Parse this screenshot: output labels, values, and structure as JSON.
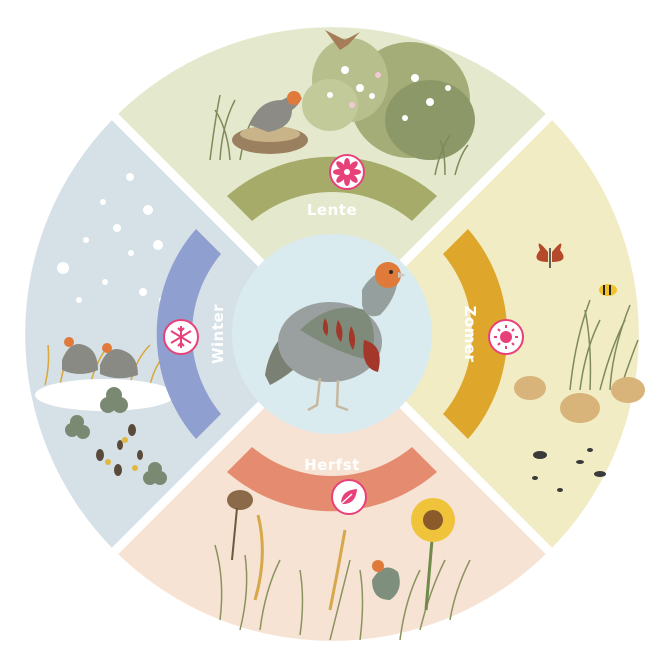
{
  "seasons": {
    "spring": {
      "label": "Lente",
      "quadrant_color": "#e4e8cc",
      "band_color": "#a6ab6a",
      "icon": "flower-icon"
    },
    "summer": {
      "label": "Zomer",
      "quadrant_color": "#f1ecc4",
      "band_color": "#dea72c",
      "icon": "sun-icon"
    },
    "autumn": {
      "label": "Herfst",
      "quadrant_color": "#f6e3d4",
      "band_color": "#e58c70",
      "icon": "leaf-icon"
    },
    "winter": {
      "label": "Winter",
      "quadrant_color": "#d6e0e7",
      "band_color": "#8f9fcf",
      "icon": "snowflake-icon"
    }
  },
  "center": {
    "subject": "partridge-illustration",
    "background": "#d9ebee"
  },
  "accent_colors": {
    "spring_icon": "#e8417a",
    "summer_icon": "#e8417a",
    "autumn_icon": "#e8417a",
    "winter_icon": "#e8417a"
  }
}
